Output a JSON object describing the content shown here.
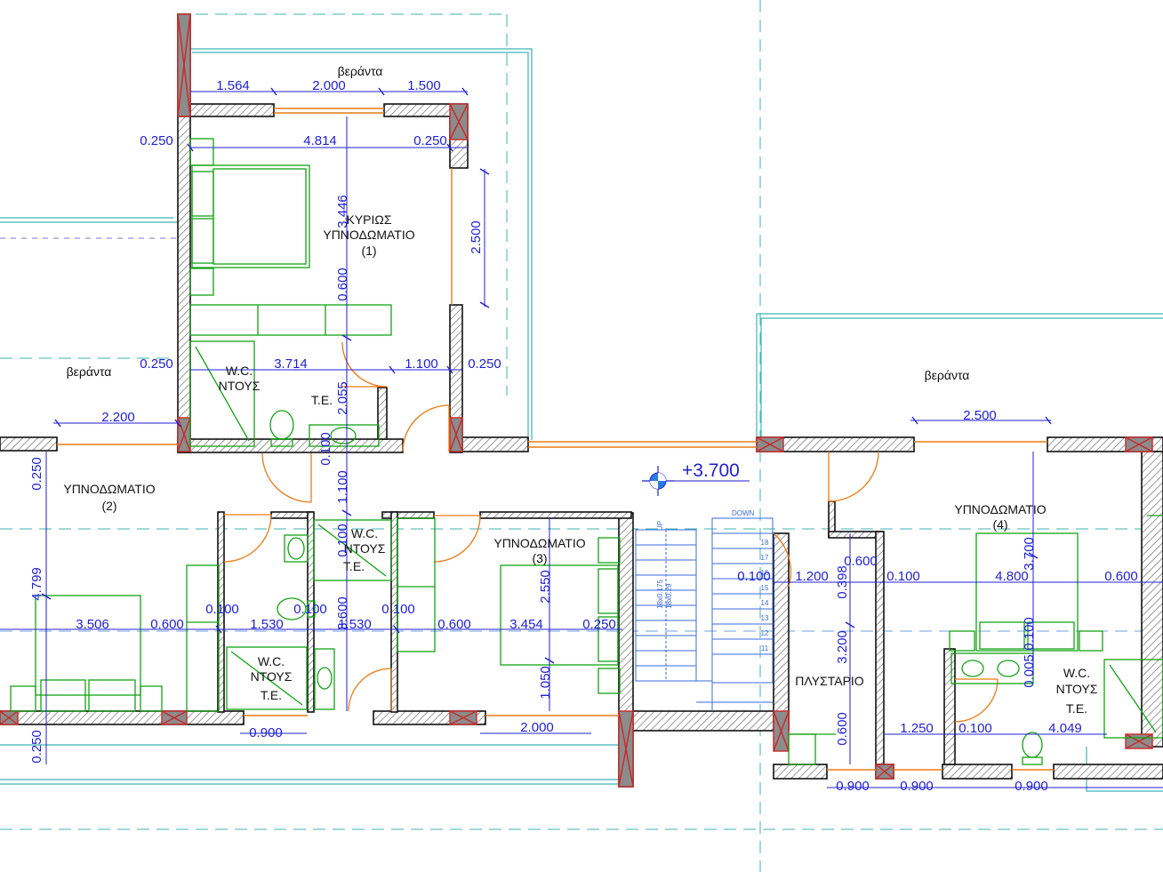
{
  "colors": {
    "wall": "#111111",
    "hatch": "#6e6e6e",
    "column_cross": "#c82828",
    "dimension": "#1f1fd6",
    "furniture": "#13a313",
    "door_arc": "#ee7a12",
    "guide": "#3fb3b3",
    "stair": "#3a6be0",
    "projection": "#7a7ad6"
  },
  "level_marker": {
    "label": "+3.700"
  },
  "rooms": {
    "veranda_top": "βεράντα",
    "veranda_left": "βεράντα",
    "veranda_right": "βεράντα",
    "master_line1": "ΚΥΡΙΩΣ",
    "master_line2": "ΥΠΝΟΔΩΜΑΤΙΟ",
    "master_line3": "(1)",
    "wc1_line1": "W.C.",
    "wc1_line2": "ΝΤΟΥΣ",
    "te1": "Τ.Ε.",
    "bed2_line1": "ΥΠΝΟΔΩΜΑΤΙΟ",
    "bed2_line2": "(2)",
    "wc2_line1": "W.C.",
    "wc2_line2": "ΝΤΟΥΣ",
    "wc2_line3": "Τ.Ε.",
    "wc3_line1": "W.C.",
    "wc3_line2": "ΝΤΟΥΣ",
    "wc3_line3": "Τ.Ε.",
    "bed3_line1": "ΥΠΝΟΔΩΜΑΤΙΟ",
    "bed3_line2": "(3)",
    "corridor": "ΠΛΥΣΤΑΡΙΟ",
    "bed4_line1": "ΥΠΝΟΔΩΜΑΤΙΟ",
    "bed4_line2": "(4)",
    "wc4_line1": "W.C.",
    "wc4_line2": "ΝΤΟΥΣ",
    "wc4_line3": "Τ.Ε."
  },
  "stairs": {
    "down_label": "DOWN",
    "up_label": "UP",
    "riser_label": "18x0.175",
    "tread_label": "18x0.29",
    "step_numbers": [
      "18",
      "17",
      "16",
      "15",
      "14",
      "13",
      "12",
      "11"
    ]
  },
  "dimensions": {
    "top_1564": "1.564",
    "top_2000": "2.000",
    "top_1500": "1.500",
    "m_0250a": "0.250",
    "m_4814": "4.814",
    "m_0250b": "0.250",
    "v_3446": "3.446",
    "v_2500": "2.500",
    "v_0600a": "0.600",
    "m_0250c": "0.250",
    "m_3714": "3.714",
    "m_1100": "1.100",
    "m_0250d": "0.250",
    "v_2055": "2.055",
    "v_0100a": "0.100",
    "v_1100": "1.100",
    "l_2200": "2.200",
    "v_0250e": "0.250",
    "v_4799": "4.799",
    "v_0100b": "0.100",
    "r_3506": "3.506",
    "r_0600b": "0.600",
    "r_0100c": "0.100",
    "r_1530a": "1.530",
    "r_0100d": "0.100",
    "v_3600": "3.600",
    "r_1530b": "1.530",
    "r_0100e": "0.100",
    "r_0600c": "0.600",
    "r_3454": "3.454",
    "r_0250f": "0.250",
    "v_2550": "2.550",
    "v_1050": "1.050",
    "v_0250g": "0.250",
    "b_0900a": "0.900",
    "b_2000": "2.000",
    "r_2500": "2.500",
    "r_0100f": "0.100",
    "r_1200": "1.200",
    "r_0600d": "0.600",
    "v_0398": "0.398",
    "r_0100g": "0.100",
    "r_4800": "4.800",
    "r_0600e": "0.600",
    "v_3700": "3.700",
    "v_3200": "3.200",
    "v_0100h": "0.100",
    "v_0005": "0.005",
    "v_0600f": "0.600",
    "r_1250": "1.250",
    "r_0100i": "0.100",
    "r_4049": "4.049",
    "b_0900b": "0.900",
    "b_0900c": "0.900",
    "b_0900d": "0.900"
  }
}
